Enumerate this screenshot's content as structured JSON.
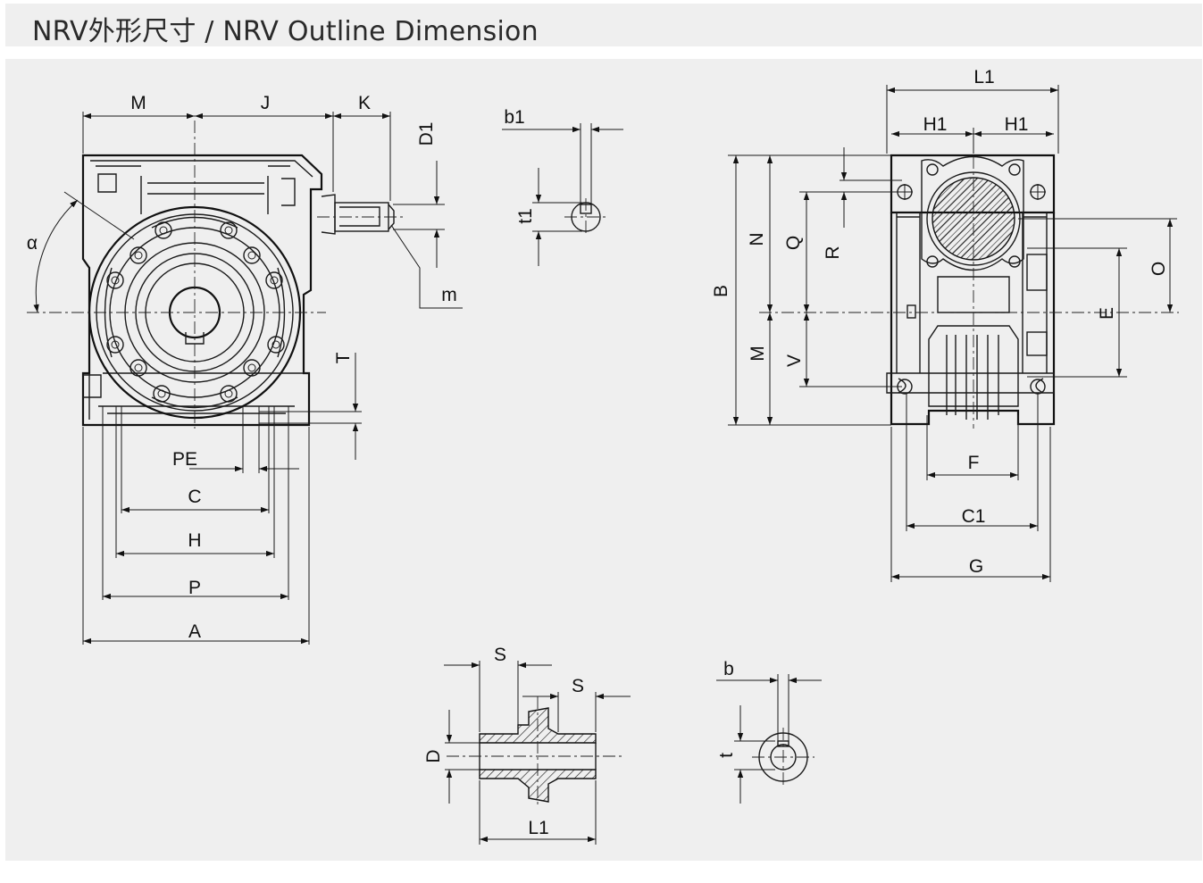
{
  "header": {
    "title": "NRV外形尺寸 / NRV Outline Dimension"
  },
  "front_view": {
    "labels": {
      "M": "M",
      "J": "J",
      "K": "K",
      "D1": "D1",
      "alpha": "α",
      "m": "m",
      "T": "T",
      "PE": "PE",
      "C": "C",
      "H": "H",
      "P": "P",
      "A": "A"
    }
  },
  "shaft_key_view": {
    "labels": {
      "b1": "b1",
      "t1": "t1"
    }
  },
  "side_view": {
    "labels": {
      "L1": "L1",
      "H1_left": "H1",
      "H1_right": "H1",
      "B": "B",
      "N": "N",
      "Q": "Q",
      "R": "R",
      "O": "O",
      "E": "E",
      "M": "M",
      "V": "V",
      "F": "F",
      "C1": "C1",
      "G": "G"
    }
  },
  "hollow_shaft_view": {
    "labels": {
      "S_top": "S",
      "S_right": "S",
      "D": "D",
      "L1": "L1"
    }
  },
  "bore_key_view": {
    "labels": {
      "b": "b",
      "t": "t"
    }
  },
  "colors": {
    "background": "#ffffff",
    "panel": "#efefef",
    "line": "#1a1a1a"
  }
}
